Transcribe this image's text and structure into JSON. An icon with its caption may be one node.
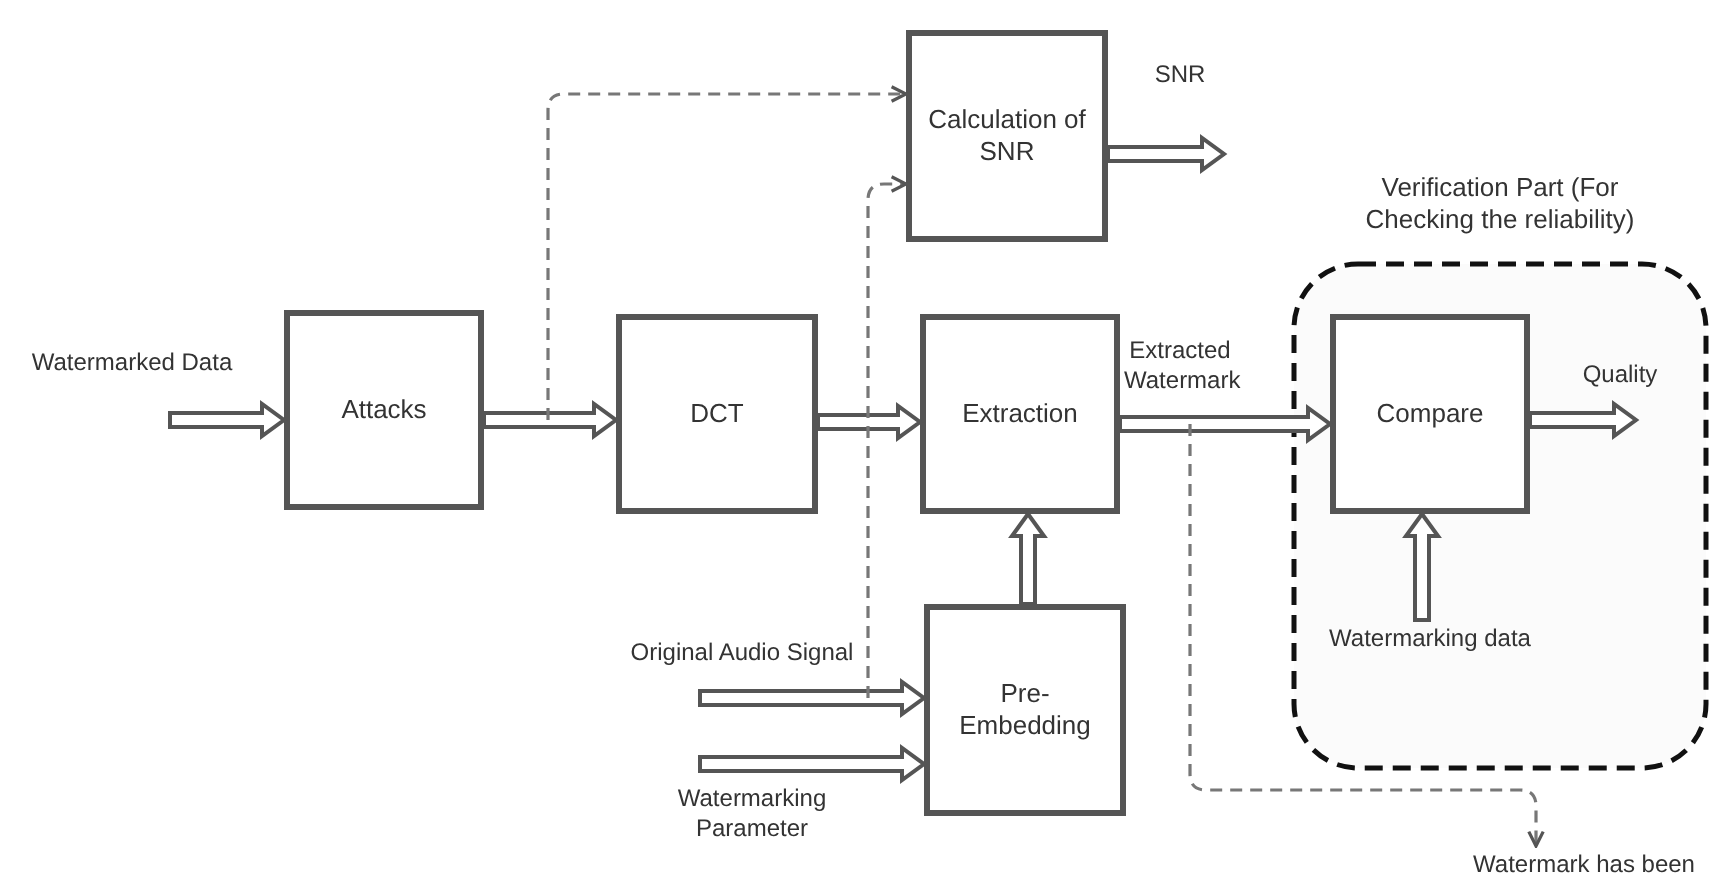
{
  "diagram": {
    "nodes": [
      {
        "text": [
          "Attacks"
        ]
      },
      {
        "text": [
          "DCT"
        ]
      },
      {
        "text": [
          "Calculation of SNR"
        ]
      },
      {
        "text": [
          "Extraction"
        ]
      },
      {
        "text": [
          "Verification Part (For Checking the reliability)"
        ]
      },
      {
        "text": [
          "Compare"
        ],
        "in": 4
      },
      {
        "text": [
          "Pre- Embedding"
        ]
      },
      {
        "text": [
          "Watermark has been"
        ]
      }
    ],
    "edges": [
      {
        "from": null,
        "to": 0,
        "arrow": "to"
      },
      {
        "from": 0,
        "to": 1,
        "arrow": "to"
      },
      {
        "from": 1,
        "to": 3,
        "arrow": "to"
      },
      {
        "from": 3,
        "to": 5,
        "arrow": "to",
        "label": "Extracted Watermark"
      },
      {
        "from": 5,
        "to": null,
        "arrow": "to"
      },
      {
        "from": 2,
        "to": null,
        "arrow": "to"
      },
      {
        "from": 6,
        "to": 3,
        "arrow": "to"
      },
      {
        "from": null,
        "to": 6,
        "arrow": "to"
      },
      {
        "from": null,
        "to": 6,
        "arrow": "to"
      },
      {
        "from": null,
        "to": 5,
        "arrow": "to"
      },
      {
        "from": null,
        "to": 2,
        "arrow": "to",
        "style": "dashed",
        "color": "#777777"
      },
      {
        "from": null,
        "to": 2,
        "arrow": "to",
        "style": "dashed",
        "color": "#777777"
      },
      {
        "from": null,
        "to": 7,
        "arrow": "to",
        "style": "dashed",
        "color": "#777777"
      }
    ],
    "labels": [
      "SNR",
      "Watermarked Data",
      "Quality",
      "Watermarking data",
      "Original Audio Signal",
      "Watermarking Parameter"
    ]
  }
}
